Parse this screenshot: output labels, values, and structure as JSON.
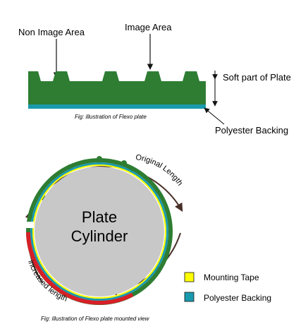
{
  "top_figure": {
    "labels": {
      "non_image_area": "Non Image Area",
      "image_area": "Image Area",
      "soft_part": "Soft part of Plate",
      "polyester_backing": "Polyester Backing"
    },
    "caption": "Fig: illustration of Flexo plate"
  },
  "bottom_figure": {
    "center_label_line1": "Plate",
    "center_label_line2": "Cylinder",
    "original_length": "Original Length",
    "increased_length": "increased length",
    "legend": [
      {
        "label": "Mounting Tape",
        "color": "#ffff00"
      },
      {
        "label": "Polyester Backing",
        "color": "#1a9aae"
      }
    ],
    "caption": "Fig: illustration of Flexo plate mounted view"
  },
  "colors": {
    "plate_green": "#2e7d32",
    "backing_teal": "#1a9aae",
    "tape_yellow": "#ffff00",
    "stretch_red": "#d62027",
    "cylinder_gray": "#c8c8c8",
    "arrow_dark": "#4a2f28"
  }
}
